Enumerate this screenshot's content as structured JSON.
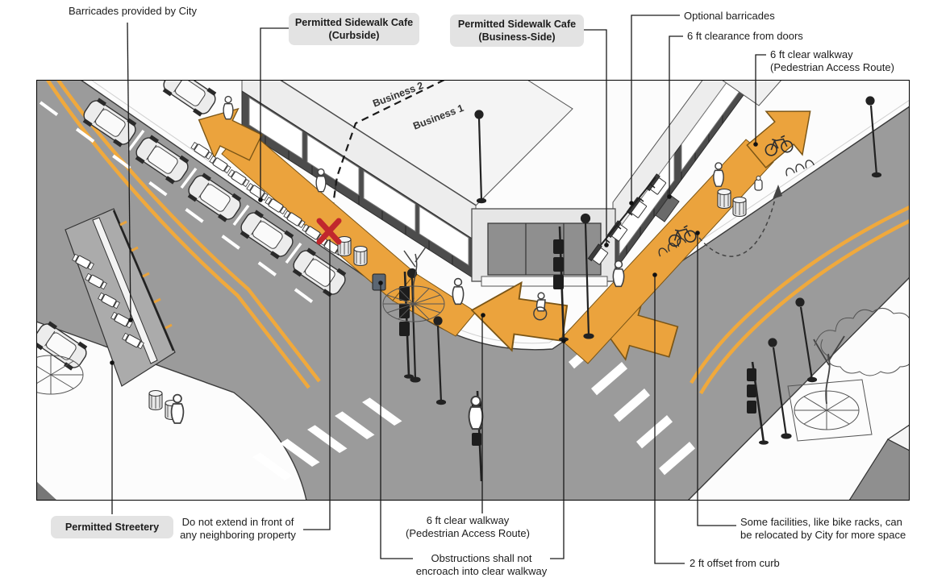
{
  "diagram": {
    "annotations": {
      "barricades_city": "Barricades provided by City",
      "cafe_curbside": "Permitted Sidewalk Cafe\n(Curbside)",
      "cafe_business": "Permitted Sidewalk Cafe\n(Business-Side)",
      "optional_barricades": "Optional barricades",
      "clearance_doors": "6 ft clearance from doors",
      "clear_walkway_right": "6 ft clear walkway\n(Pedestrian Access Route)",
      "streetery": "Permitted Streetery",
      "no_extend": "Do not extend in front of\nany neighboring property",
      "clear_walkway_bottom": "6 ft clear walkway\n(Pedestrian Access Route)",
      "obstructions": "Obstructions shall not\nencroach into clear walkway",
      "some_facilities": "Some facilities, like bike racks, can\nbe relocated by City for more space",
      "offset_curb": "2 ft offset from curb"
    },
    "scene_labels": {
      "business_1": "Business 1",
      "business_2": "Business 2"
    },
    "colors": {
      "route_orange": "#EBA33D",
      "lane_yellow": "#F0A93C",
      "road_gray": "#9B9B9B",
      "label_box_gray": "#E3E3E3",
      "prohibited_red": "#C1272D"
    }
  }
}
